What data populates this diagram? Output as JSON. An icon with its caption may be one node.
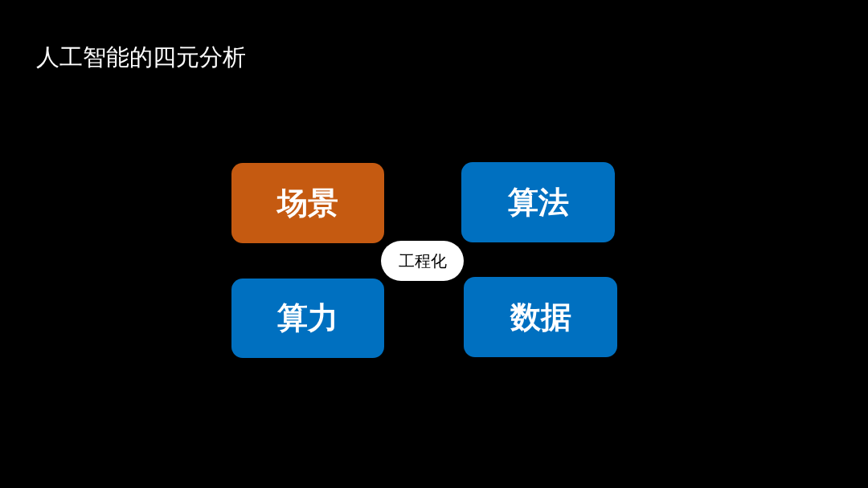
{
  "diagram": {
    "title": "人工智能的四元分析",
    "nodes": [
      {
        "text": [
          "场景"
        ]
      },
      {
        "text": [
          "算法"
        ]
      },
      {
        "text": [
          "工程化"
        ]
      },
      {
        "text": [
          "算力"
        ]
      },
      {
        "text": [
          "数据"
        ]
      }
    ]
  }
}
